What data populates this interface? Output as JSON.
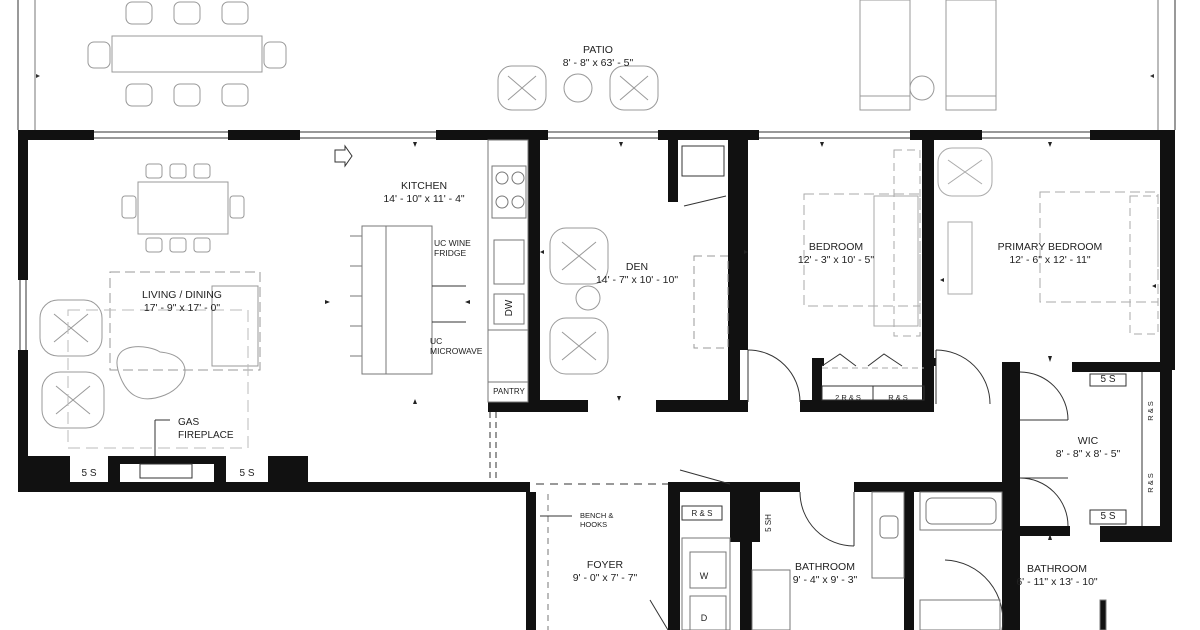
{
  "rooms": {
    "patio": {
      "name": "PATIO",
      "dims": "8' - 8\" x 63' - 5\""
    },
    "kitchen": {
      "name": "KITCHEN",
      "dims": "14' - 10\" x 11' - 4\""
    },
    "living_dining": {
      "name": "LIVING / DINING",
      "dims": "17' - 9\" x 17' - 0\""
    },
    "den": {
      "name": "DEN",
      "dims": "14' - 7\" x 10' - 10\""
    },
    "bedroom": {
      "name": "BEDROOM",
      "dims": "12' - 3\" x 10' - 5\""
    },
    "primary_bedroom": {
      "name": "PRIMARY BEDROOM",
      "dims": "12' - 6\" x 12' - 11\""
    },
    "wic": {
      "name": "WIC",
      "dims": "8' - 8\" x 8' - 5\""
    },
    "foyer": {
      "name": "FOYER",
      "dims": "9' - 0\" x 7' - 7\""
    },
    "bathroom_1": {
      "name": "BATHROOM",
      "dims": "9' - 4\" x 9' - 3\""
    },
    "bathroom_2": {
      "name": "BATHROOM",
      "dims": "6' - 11\" x 13' - 10\""
    }
  },
  "fixtures": {
    "uc_wine_fridge": {
      "line1": "UC WINE",
      "line2": "FRIDGE"
    },
    "uc_microwave": {
      "line1": "UC",
      "line2": "MICROWAVE"
    },
    "gas_fireplace": {
      "line1": "GAS",
      "line2": "FIREPLACE"
    },
    "bench_hooks": {
      "line1": "BENCH &",
      "line2": "HOOKS"
    },
    "pantry": "PANTRY",
    "dishwasher": "DW",
    "washer": "W",
    "dryer": "D",
    "shelf_5s": "5 S",
    "shelf_5sh": "5 SH",
    "rod_shelf": "R & S",
    "rod_shelf_2": "2 R & S"
  }
}
